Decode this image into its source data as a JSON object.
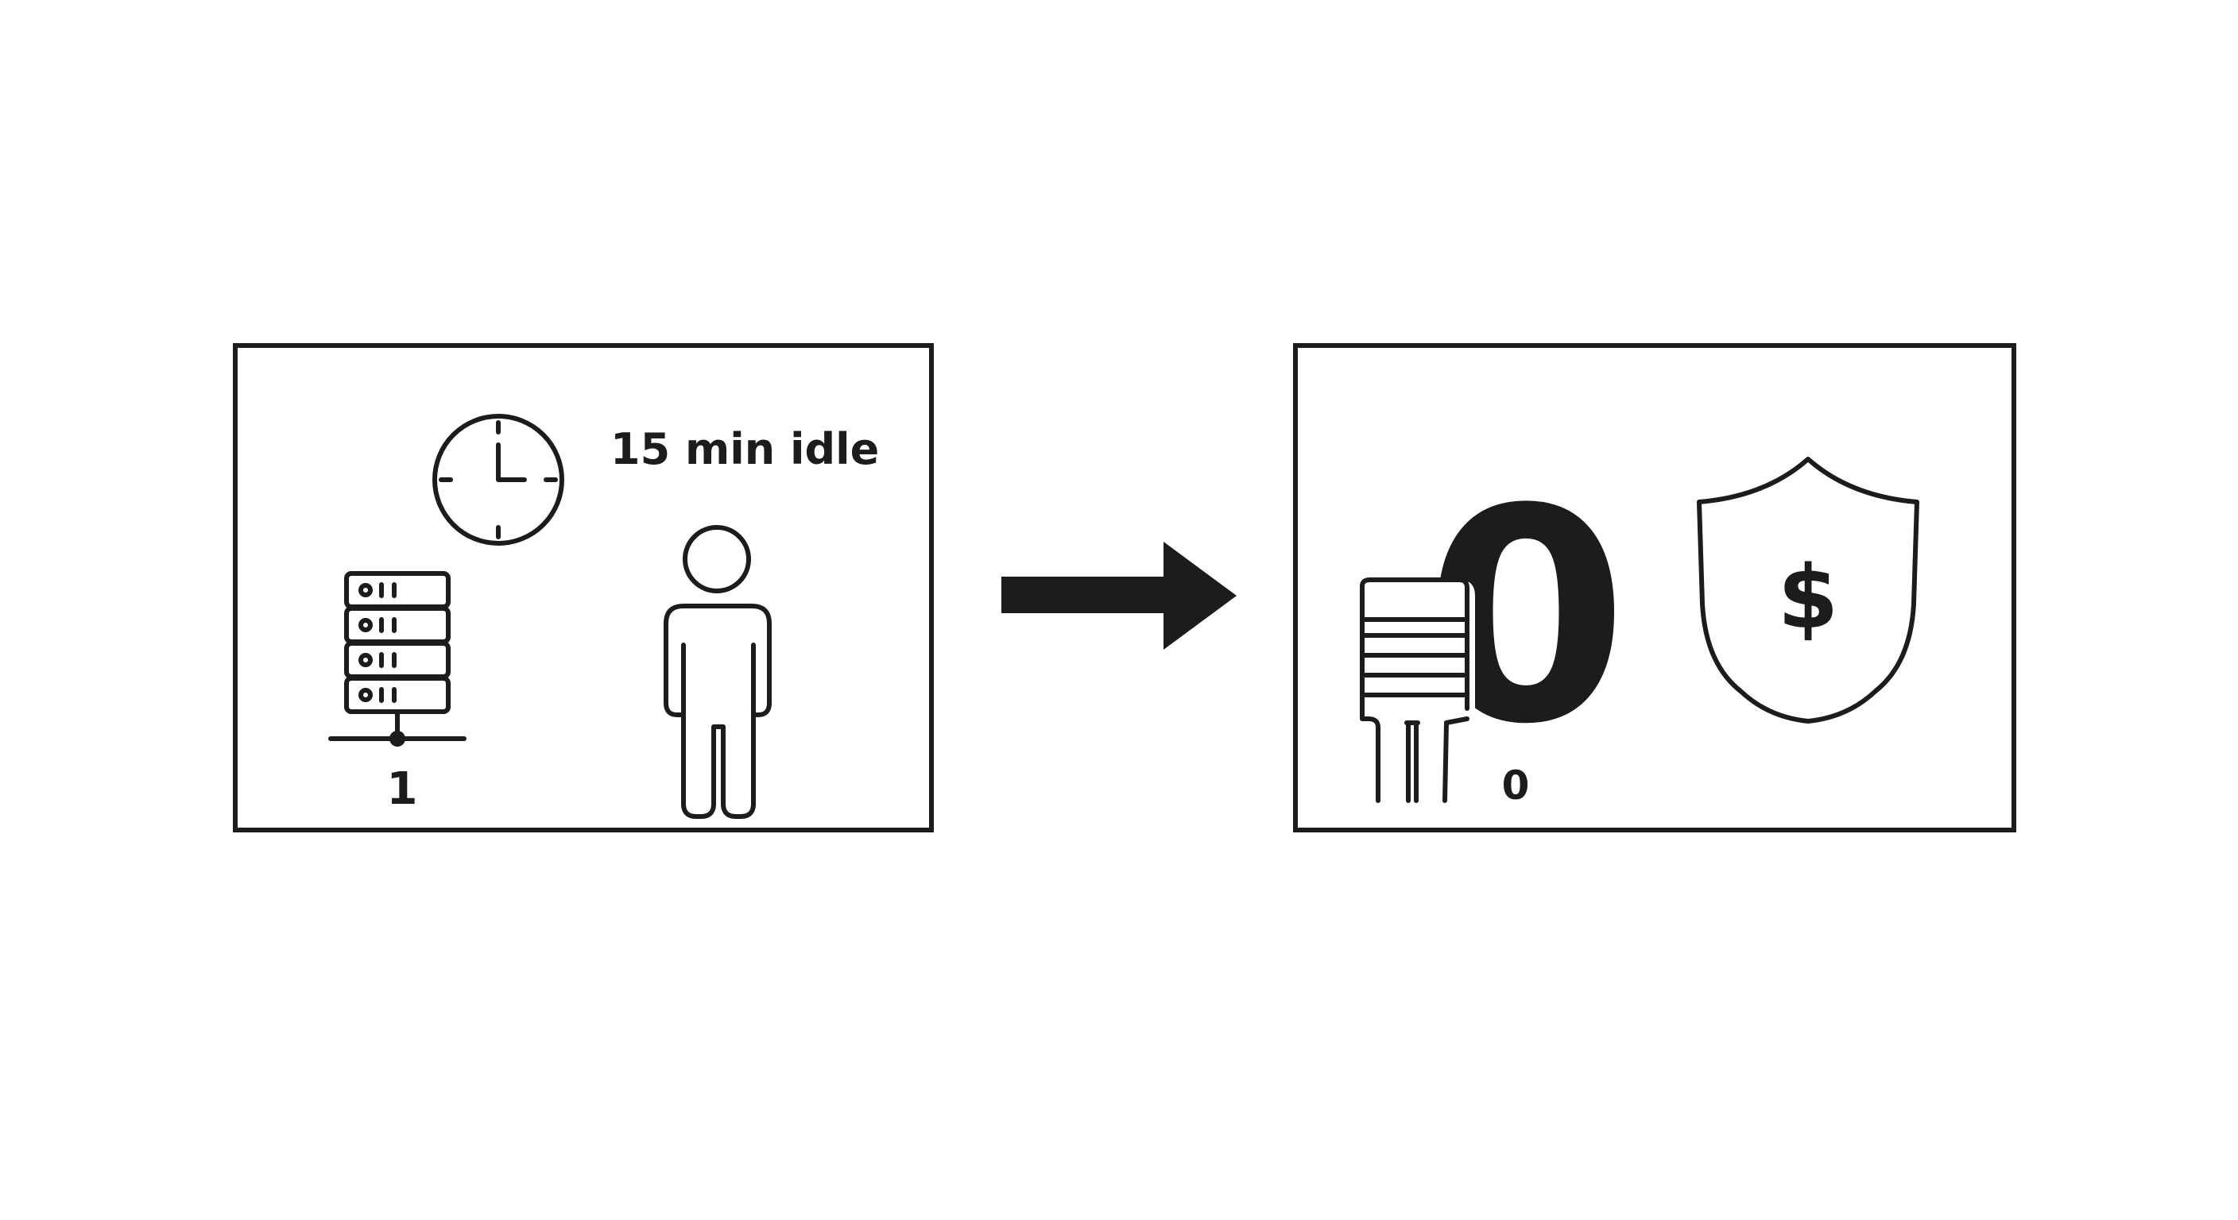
{
  "before_panel": {
    "idle_label": "15 min idle",
    "server_count": "1"
  },
  "after_panel": {
    "big_number": "0",
    "server_count": "0"
  },
  "colors": {
    "ink": "#1c1c1c",
    "background": "#ffffff"
  },
  "icons": {
    "clock": "clock-icon",
    "server_rack": "server-rack-icon",
    "user": "user-icon",
    "arrow": "arrow-right-icon",
    "shield_dollar": "shield-dollar-icon"
  }
}
